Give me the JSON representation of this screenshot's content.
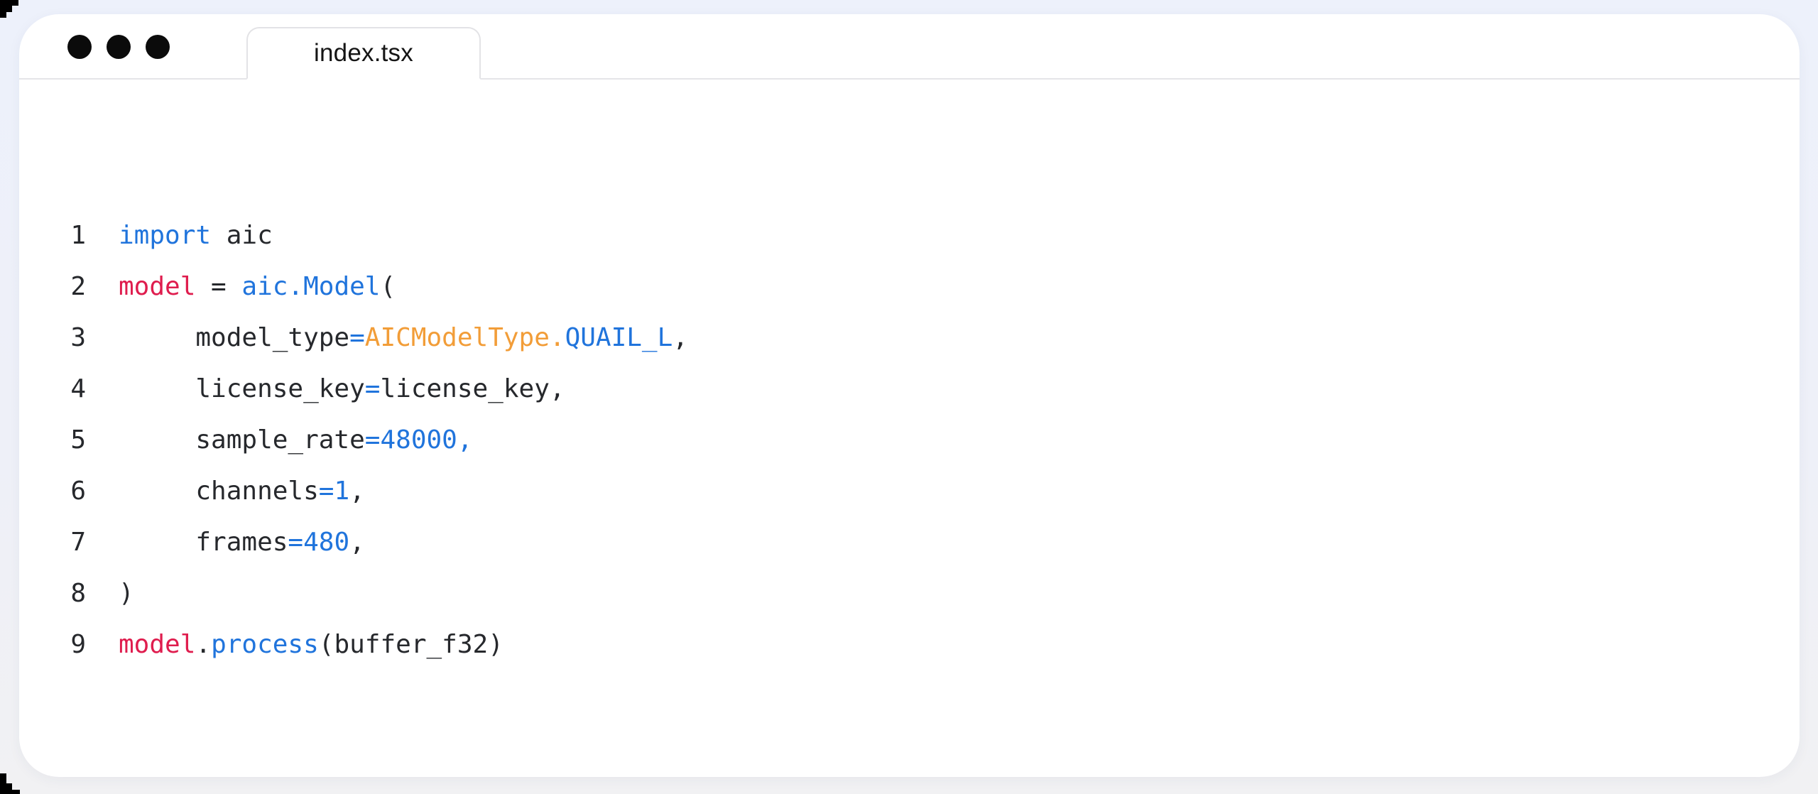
{
  "window": {
    "tab_title": "index.tsx",
    "traffic_dots": [
      "window-dot",
      "window-dot",
      "window-dot"
    ]
  },
  "colors": {
    "accent_blue": "#2074dc",
    "accent_red": "#df1d4e",
    "accent_orange": "#f29d38",
    "text_dark": "#26282c",
    "card_bg": "#ffffff",
    "page_bg_top": "#edf1fb",
    "page_bg_bottom": "#f1f1f3",
    "border": "#e3e3e6"
  },
  "editor": {
    "language": "python-like",
    "lines": [
      {
        "n": "1",
        "tokens": [
          {
            "t": "import",
            "c": "blue"
          },
          {
            "t": " aic",
            "c": "dark"
          }
        ]
      },
      {
        "n": "2",
        "tokens": [
          {
            "t": "model",
            "c": "red"
          },
          {
            "t": " = ",
            "c": "dark"
          },
          {
            "t": "aic.Model",
            "c": "blue"
          },
          {
            "t": "(",
            "c": "dark"
          }
        ]
      },
      {
        "n": "3",
        "tokens": [
          {
            "t": "     model_type",
            "c": "dark"
          },
          {
            "t": "=",
            "c": "blue"
          },
          {
            "t": "AICModelType.",
            "c": "orange"
          },
          {
            "t": "QUAIL_L",
            "c": "blue"
          },
          {
            "t": ",",
            "c": "dark"
          }
        ]
      },
      {
        "n": "4",
        "tokens": [
          {
            "t": "     license_key",
            "c": "dark"
          },
          {
            "t": "=",
            "c": "blue"
          },
          {
            "t": "license_key,",
            "c": "dark"
          }
        ]
      },
      {
        "n": "5",
        "tokens": [
          {
            "t": "     sample_rate",
            "c": "dark"
          },
          {
            "t": "=",
            "c": "blue"
          },
          {
            "t": "48000,",
            "c": "blue"
          }
        ]
      },
      {
        "n": "6",
        "tokens": [
          {
            "t": "     channels",
            "c": "dark"
          },
          {
            "t": "=",
            "c": "blue"
          },
          {
            "t": "1",
            "c": "blue"
          },
          {
            "t": ",",
            "c": "dark"
          }
        ]
      },
      {
        "n": "7",
        "tokens": [
          {
            "t": "     frames",
            "c": "dark"
          },
          {
            "t": "=",
            "c": "blue"
          },
          {
            "t": "480",
            "c": "blue"
          },
          {
            "t": ",",
            "c": "dark"
          }
        ]
      },
      {
        "n": "8",
        "tokens": [
          {
            "t": ")",
            "c": "dark"
          }
        ]
      },
      {
        "n": "9",
        "tokens": [
          {
            "t": "model",
            "c": "red"
          },
          {
            "t": ".",
            "c": "dark"
          },
          {
            "t": "process",
            "c": "blue"
          },
          {
            "t": "(buffer_f32)",
            "c": "dark"
          }
        ]
      }
    ]
  }
}
